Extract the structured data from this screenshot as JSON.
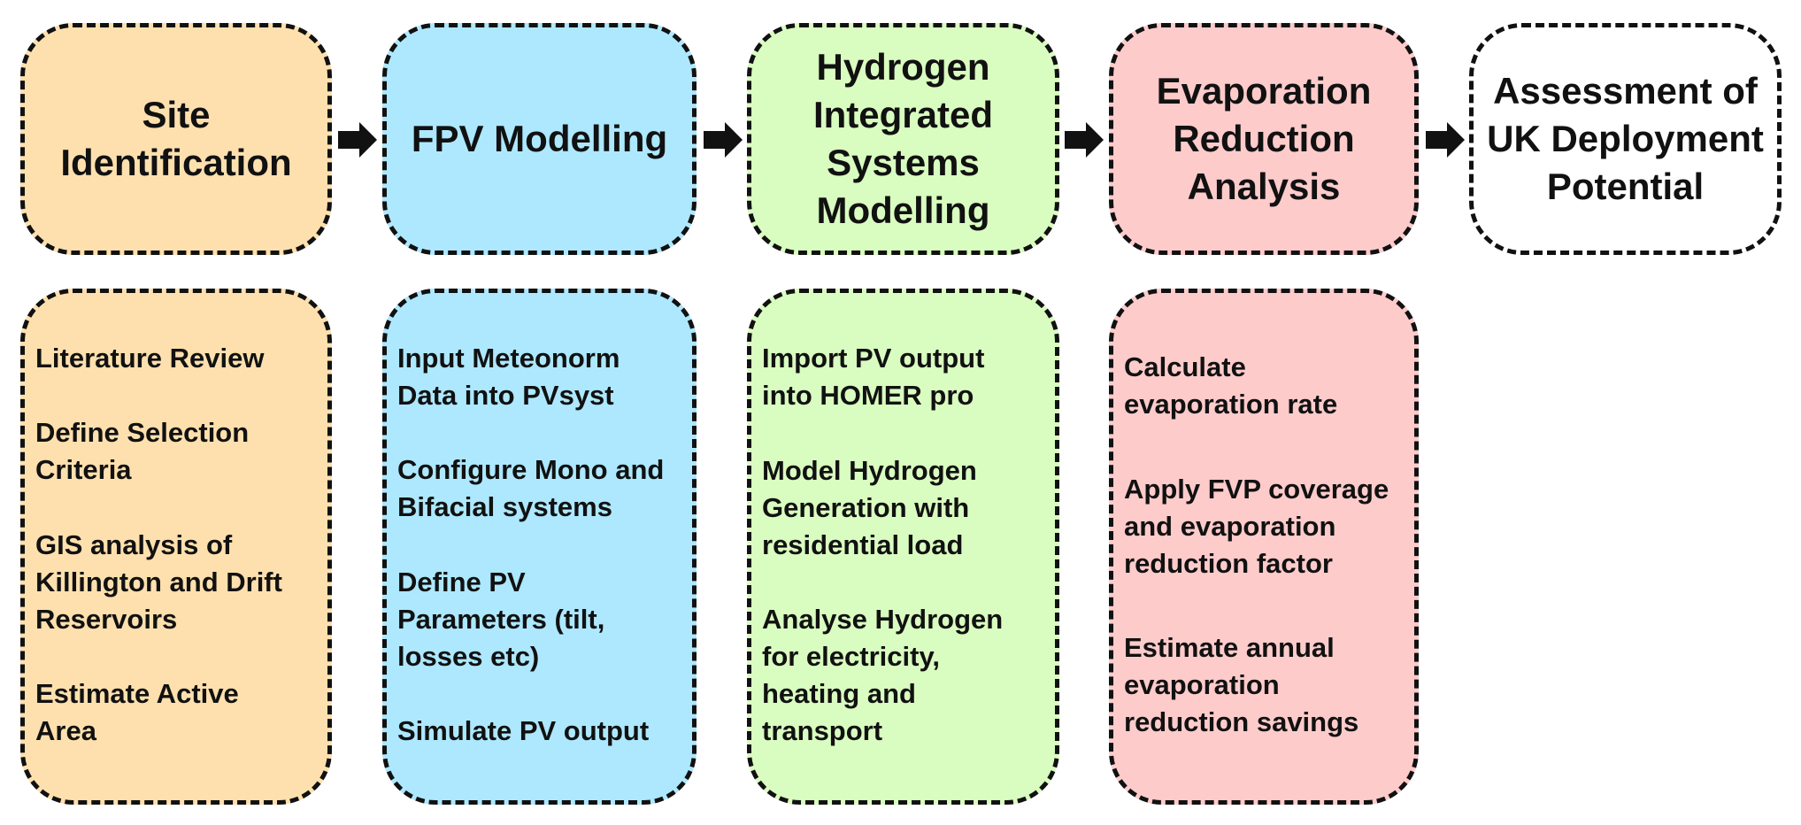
{
  "colors": {
    "site": "#fee0ae",
    "fpv": "#ade8fe",
    "hydrogen": "#d9fdc0",
    "evaporation": "#fecbcb",
    "assessment": "#ffffff",
    "border": "#111111"
  },
  "stages": [
    {
      "title": "Site\nIdentification"
    },
    {
      "title": "FPV Modelling"
    },
    {
      "title": "Hydrogen\nIntegrated\nSystems\nModelling"
    },
    {
      "title": "Evaporation\nReduction\nAnalysis"
    },
    {
      "title": "Assessment of\nUK Deployment\nPotential"
    }
  ],
  "details": [
    {
      "items": [
        "Literature Review",
        "Define Selection\nCriteria",
        "GIS analysis of\nKillington and Drift\nReservoirs",
        "Estimate Active\nArea"
      ]
    },
    {
      "items": [
        "Input Meteonorm\nData into PVsyst",
        "Configure Mono and\nBifacial systems",
        "Define PV\nParameters (tilt,\nlosses etc)",
        "Simulate PV output"
      ]
    },
    {
      "items": [
        "Import PV output\ninto HOMER pro",
        "Model Hydrogen\nGeneration with\nresidential load",
        "Analyse Hydrogen\nfor electricity,\nheating and\ntransport"
      ]
    },
    {
      "items": [
        "Calculate\nevaporation rate",
        "Apply FVP coverage\nand evaporation\nreduction factor",
        "Estimate annual\nevaporation\nreduction savings"
      ]
    }
  ]
}
